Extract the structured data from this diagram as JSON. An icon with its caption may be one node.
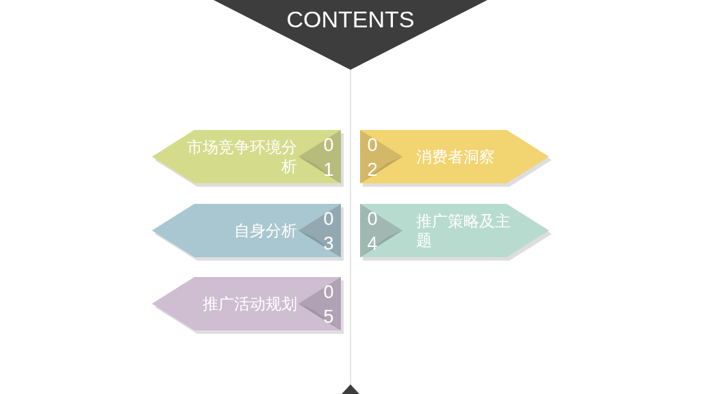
{
  "diagram": {
    "title": "CONTENTS",
    "nodes": [
      {
        "text": [
          "市场竞争环境分析",
          "01"
        ]
      },
      {
        "text": [
          "02",
          "消费者洞察"
        ]
      },
      {
        "text": [
          "自身分析",
          "03"
        ]
      },
      {
        "text": [
          "04",
          "推广策略及主题"
        ]
      },
      {
        "text": [
          "推广活动规划",
          "05"
        ]
      }
    ],
    "edges": []
  }
}
